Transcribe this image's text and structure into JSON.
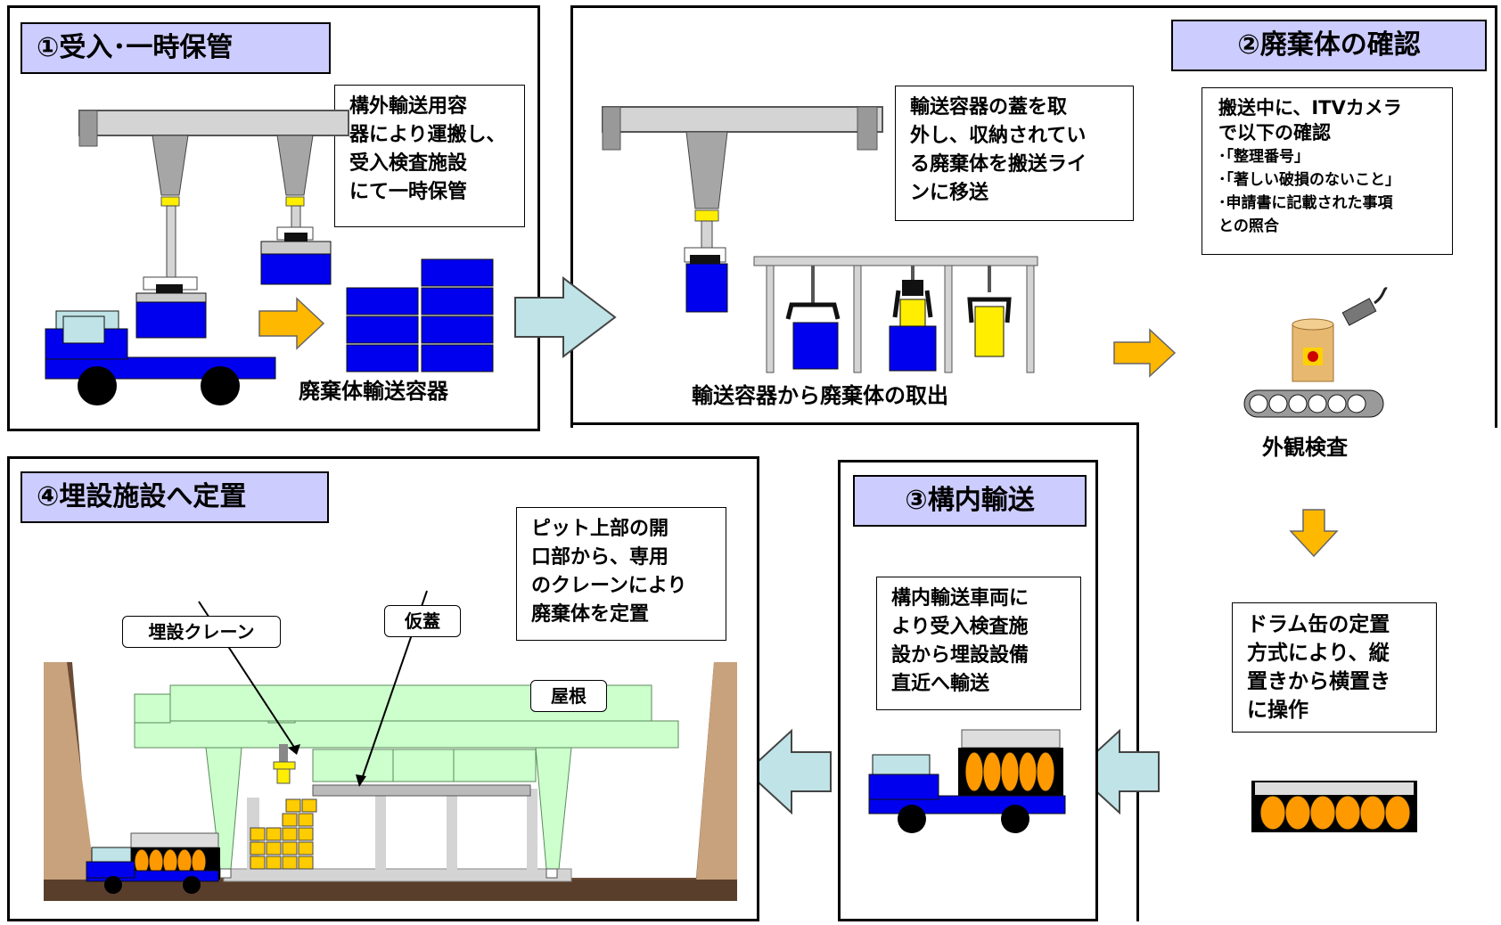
{
  "steps": [
    {
      "title": "①受入･一時保管",
      "note": [
        "構外輸送用容",
        "器により運搬し、",
        "受入検査施設",
        "にて一時保管"
      ],
      "label": "廃棄体輸送容器"
    },
    {
      "title": "②廃棄体の確認",
      "note_removal": [
        "輸送容器の蓋を取",
        "外し、収納されてい",
        "る廃棄体を搬送ライ",
        "ンに移送"
      ],
      "label_removal": "輸送容器から廃棄体の取出",
      "note_check": [
        "搬送中に、ITVカメラ",
        "で以下の確認"
      ],
      "check_items": [
        "･｢整理番号｣",
        "･｢著しい破損のないこと｣",
        "･申請書に記載された事項",
        "との照合"
      ],
      "label_inspection": "外観検査",
      "note_orient": [
        "ドラム缶の定置",
        "方式により、縦",
        "置きから横置き",
        "に操作"
      ]
    },
    {
      "title": "③構内輸送",
      "note": [
        "構内輸送車両に",
        "より受入検査施",
        "設から埋設設備",
        "直近へ輸送"
      ]
    },
    {
      "title": "④埋設施設へ定置",
      "note": [
        "ピット上部の開",
        "口部から、専用",
        "のクレーンにより",
        "廃棄体を定置"
      ],
      "tag_crane": "埋設クレーン",
      "tag_lid": "仮蓋",
      "tag_roof": "屋根"
    }
  ],
  "colors": {
    "title_bg": "#ccccff",
    "container_blue": "#0000ee",
    "arrow_orange": "#ffb800",
    "arrow_cyan": "#bfe3e6",
    "structure_green": "#ccffcc",
    "drum_orange": "#ff9900",
    "soil_brown": "#6b4b35"
  }
}
